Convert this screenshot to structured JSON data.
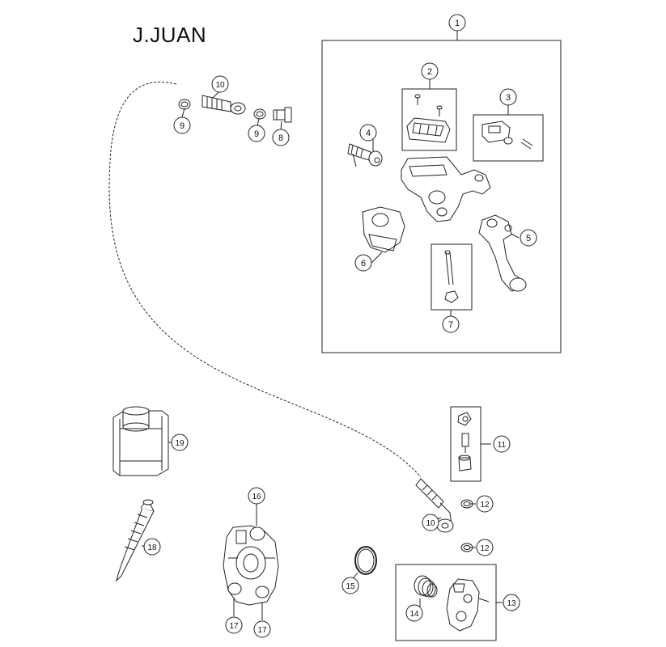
{
  "header": {
    "title": "J.JUAN"
  },
  "callouts": [
    {
      "id": "c1",
      "label": "1"
    },
    {
      "id": "c2",
      "label": "2"
    },
    {
      "id": "c3",
      "label": "3"
    },
    {
      "id": "c4",
      "label": "4"
    },
    {
      "id": "c5",
      "label": "5"
    },
    {
      "id": "c6",
      "label": "6"
    },
    {
      "id": "c7",
      "label": "7"
    },
    {
      "id": "c8",
      "label": "8"
    },
    {
      "id": "c9a",
      "label": "9"
    },
    {
      "id": "c9b",
      "label": "9"
    },
    {
      "id": "c10a",
      "label": "10"
    },
    {
      "id": "c10b",
      "label": "10"
    },
    {
      "id": "c11",
      "label": "11"
    },
    {
      "id": "c12a",
      "label": "12"
    },
    {
      "id": "c12b",
      "label": "12"
    },
    {
      "id": "c13",
      "label": "13"
    },
    {
      "id": "c14",
      "label": "14"
    },
    {
      "id": "c15",
      "label": "15"
    },
    {
      "id": "c16",
      "label": "16"
    },
    {
      "id": "c17a",
      "label": "17"
    },
    {
      "id": "c17b",
      "label": "17"
    },
    {
      "id": "c18",
      "label": "18"
    },
    {
      "id": "c19",
      "label": "19"
    }
  ]
}
